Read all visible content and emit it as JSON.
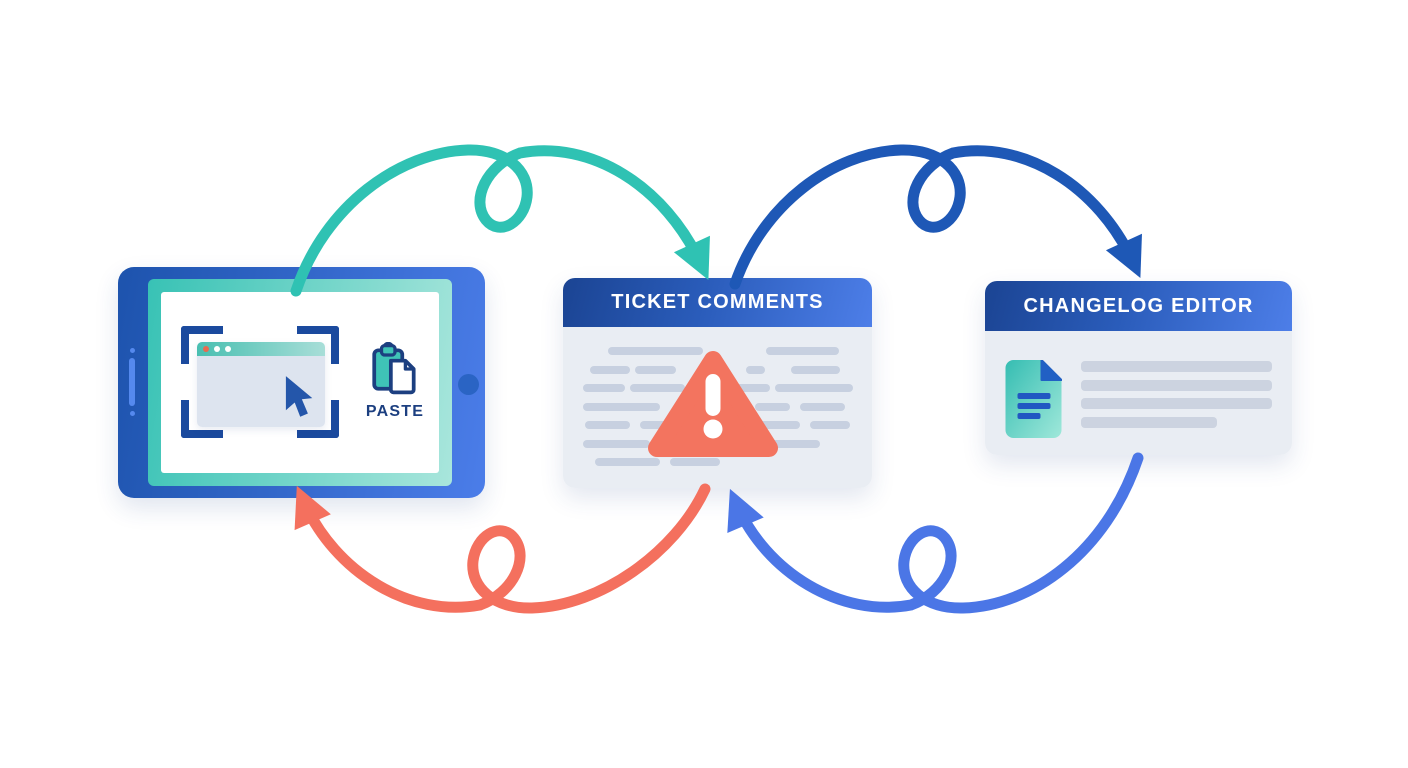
{
  "background": "#ffffff",
  "palette": {
    "bg": "#ffffff",
    "navy": "#1c3f80",
    "bracket": "#1b4a9e",
    "frame_a": "#1d53ad",
    "frame_b": "#4b7de9",
    "bezel_a": "#38c2b5",
    "bezel_b": "#a9e6dc",
    "screen": "#ffffff",
    "speaker": "#5589ee",
    "home_btn": "#2a64c4",
    "titlebar_a": "#49bfb1",
    "titlebar_b": "#a8ded8",
    "window_body": "#dde4ef",
    "cursor": "#2456aa",
    "header_grad_a": "#1b4493",
    "header_grad_b": "#4d7ee8",
    "panel_body": "#e9edf3",
    "ticket_bar": "#c7d0e0",
    "changelog_bar": "#ccd3e0",
    "warn": "#f3745f",
    "warn_mark": "#ffffff",
    "clip_teal": "#3fc3b7",
    "doc_grad_a": "#35bdb2",
    "doc_grad_b": "#9fe8da",
    "doc_fold": "#2160c4",
    "doc_line": "#2157c2"
  },
  "tablet": {
    "paste_label": "PASTE",
    "screenshot_window": {
      "titlebar_dots": [
        "#e96a4f",
        "#ffffff",
        "#ffffff"
      ]
    }
  },
  "ticket_panel": {
    "title": "TICKET COMMENTS",
    "text_rows": [
      [
        [
          9.3,
          35.2
        ],
        [
          67.8,
          27.0
        ]
      ],
      [
        [
          2.6,
          14.8
        ],
        [
          19.3,
          15.2
        ],
        [
          60.4,
          7.0
        ],
        [
          77.0,
          18.1
        ]
      ],
      [
        [
          0,
          15.6
        ],
        [
          17.4,
          20.4
        ],
        [
          56.3,
          13.0
        ],
        [
          71.1,
          28.9
        ]
      ],
      [
        [
          0,
          28.5
        ],
        [
          63.7,
          13.0
        ],
        [
          80.4,
          16.7
        ]
      ],
      [
        [
          0.7,
          16.7
        ],
        [
          21.1,
          18.5
        ],
        [
          60.0,
          20.4
        ],
        [
          84.1,
          14.8
        ]
      ],
      [
        [
          0,
          24.8
        ],
        [
          28.5,
          14.8
        ],
        [
          58.1,
          29.6
        ]
      ],
      [
        [
          4.4,
          24.1
        ],
        [
          32.2,
          18.5
        ]
      ]
    ]
  },
  "changelog_panel": {
    "title": "CHANGELOG EDITOR",
    "bars": [
      100,
      100,
      100,
      71
    ]
  },
  "arrows": {
    "capture_to_ticket": {
      "color": "#2fc2b3"
    },
    "ticket_to_changelog": {
      "color": "#1e58b6"
    },
    "changelog_to_ticket": {
      "color": "#4b76e6"
    },
    "ticket_to_tablet": {
      "color": "#f4705e"
    }
  }
}
